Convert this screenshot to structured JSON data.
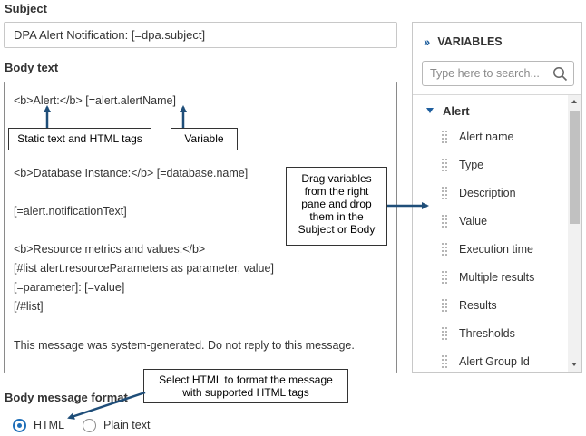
{
  "subject": {
    "label": "Subject",
    "value": "DPA Alert Notification: [=dpa.subject]"
  },
  "body": {
    "label": "Body text",
    "lines": [
      "<b>Alert:</b> [=alert.alertName]",
      "<b>Database Instance:</b> [=database.name]",
      "[=alert.notificationText]",
      "<b>Resource metrics and values:</b>",
      "[#list alert.resourceParameters as parameter, value]",
      "[=parameter]: [=value]",
      "[/#list]",
      "This message was system-generated. Do not reply to this message."
    ]
  },
  "callouts": {
    "static_text": "Static text and HTML tags",
    "variable": "Variable",
    "drag": "Drag variables from the right pane and drop them in the Subject or Body",
    "select_html": "Select HTML to format the message with supported HTML tags"
  },
  "variables_panel": {
    "title": "VARIABLES",
    "search_placeholder": "Type here to search...",
    "group_name": "Alert",
    "items": [
      "Alert name",
      "Type",
      "Description",
      "Value",
      "Execution time",
      "Multiple results",
      "Results",
      "Thresholds",
      "Alert Group Id"
    ]
  },
  "format": {
    "label": "Body message format",
    "options": [
      {
        "label": "HTML",
        "selected": true
      },
      {
        "label": "Plain text",
        "selected": false
      }
    ]
  },
  "colors": {
    "accent": "#1f5f9e",
    "radio": "#1f6fb8",
    "arrow": "#1f4e79"
  },
  "icons": [
    "double-chevron-right-icon",
    "search-icon",
    "caret-down-icon",
    "drag-handle-icon"
  ]
}
